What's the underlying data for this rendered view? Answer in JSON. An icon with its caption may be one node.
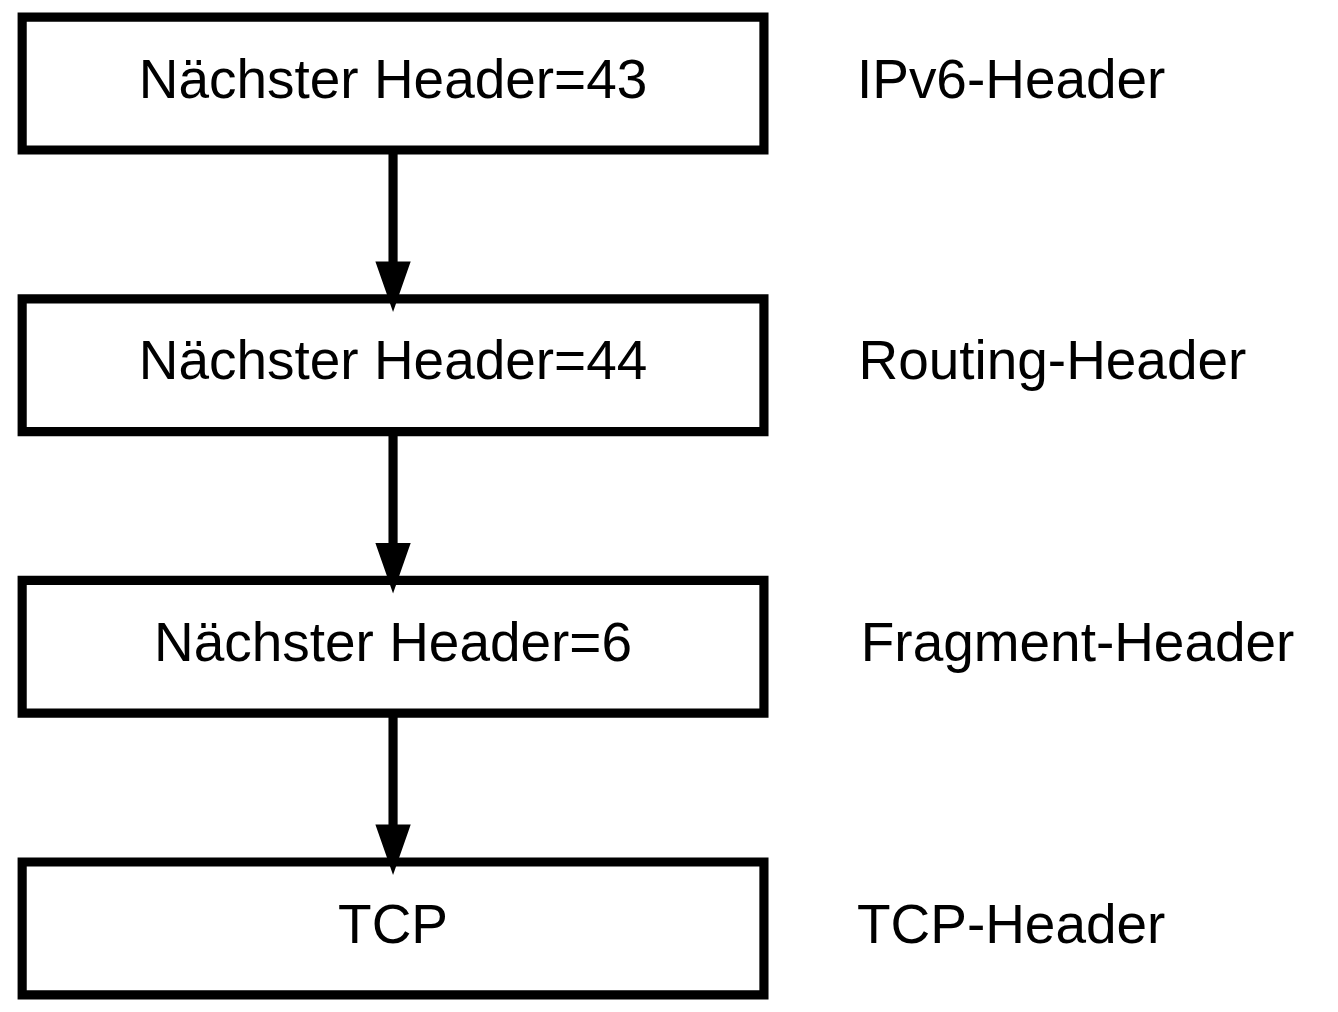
{
  "diagram": {
    "nodes": [
      {
        "text": [
          "Nächster Header=43"
        ],
        "beside": [
          "IPv6-Header"
        ]
      },
      {
        "text": [
          "Nächster Header=44"
        ],
        "beside": [
          "Routing-Header"
        ]
      },
      {
        "text": [
          "Nächster Header=6"
        ],
        "beside": [
          "Fragment-Header"
        ]
      },
      {
        "text": [
          "TCP"
        ],
        "beside": [
          "TCP-Header"
        ]
      }
    ],
    "edges": [
      {
        "from": 0,
        "to": 1,
        "arrow": "to"
      },
      {
        "from": 1,
        "to": 2,
        "arrow": "to"
      },
      {
        "from": 2,
        "to": 3,
        "arrow": "to"
      }
    ]
  }
}
